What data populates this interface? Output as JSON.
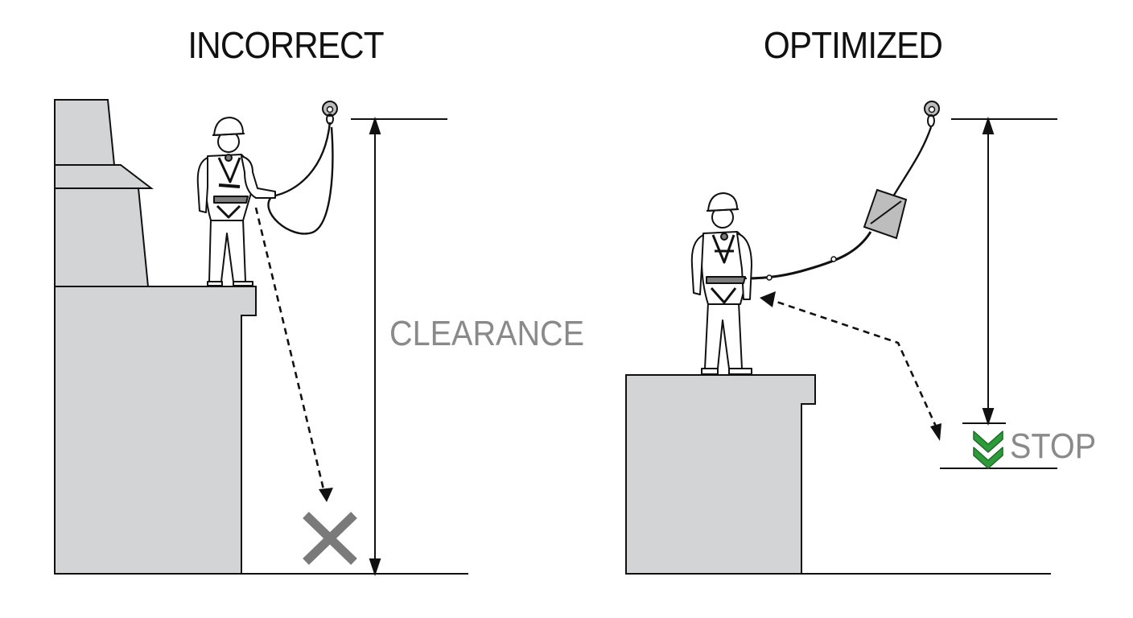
{
  "panels": {
    "left": {
      "title": "INCORRECT"
    },
    "right": {
      "title": "OPTIMIZED"
    }
  },
  "annotations": {
    "clearance": "CLEARANCE",
    "stop": "STOP"
  },
  "colors": {
    "structure_fill": "#d3d4d5",
    "line": "#111111",
    "label_gray": "#8a8a8a",
    "x_mark": "#7a7a7a",
    "stop_chevron": "#2f9a3c"
  },
  "icons": {
    "fail_mark": "x-mark-icon",
    "stop_mark": "double-chevron-down-icon",
    "anchor": "anchor-point-icon",
    "shock_absorber": "energy-absorber-icon"
  }
}
